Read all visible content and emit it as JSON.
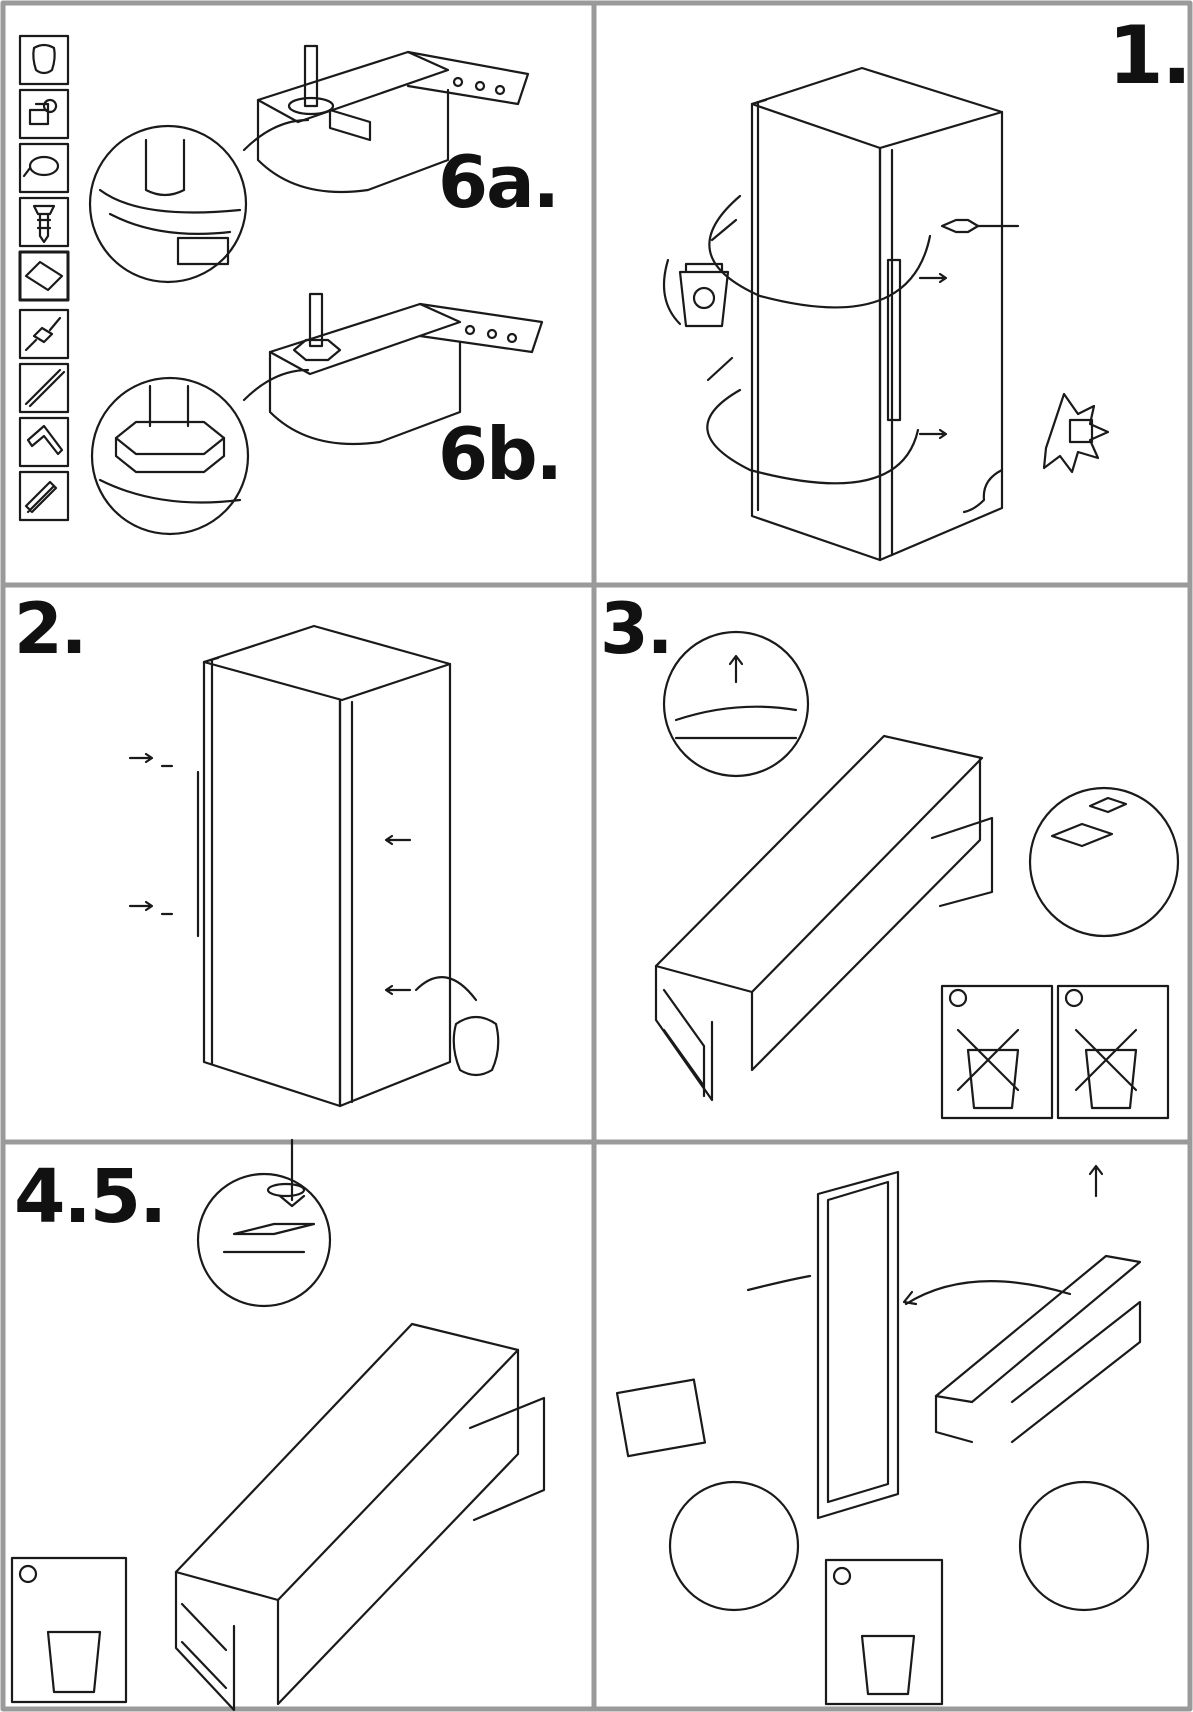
{
  "panels": [
    {
      "id": "tools",
      "labels": [
        "6a.",
        "6b."
      ]
    },
    {
      "id": "step-1",
      "label": "1."
    },
    {
      "id": "step-2",
      "label": "2."
    },
    {
      "id": "step-3",
      "label": "3."
    },
    {
      "id": "step-4-5",
      "label": "4.5."
    },
    {
      "id": "step-door",
      "label": ""
    }
  ],
  "tools_column": [
    "bag-icon",
    "bracket-icon",
    "cap-icon",
    "screw-icon",
    "plate-icon",
    "screwdriver-icon",
    "torx-bit-icon",
    "hex-key-icon",
    "wrench-icon"
  ],
  "colors": {
    "frame": "#9a9a9a",
    "line": "#1a1a1a",
    "background": "#ffffff"
  }
}
